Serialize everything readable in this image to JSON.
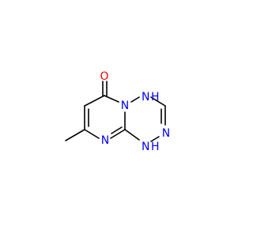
{
  "molecule": {
    "atoms": {
      "carbonyl_oxygen": {
        "symbol": "O",
        "color": "#ff0000"
      },
      "n4": {
        "symbol": "N",
        "hydrogen": "H",
        "color": "#0000ff"
      },
      "n_bridge": {
        "symbol": "N",
        "color": "#0000ff"
      },
      "n3": {
        "symbol": "N",
        "color": "#0000ff"
      },
      "n_pyrimidine": {
        "symbol": "N",
        "color": "#0000ff"
      },
      "n1": {
        "symbol": "N",
        "hydrogen": "H",
        "color": "#0000ff"
      }
    },
    "bond_color": "#000000"
  }
}
